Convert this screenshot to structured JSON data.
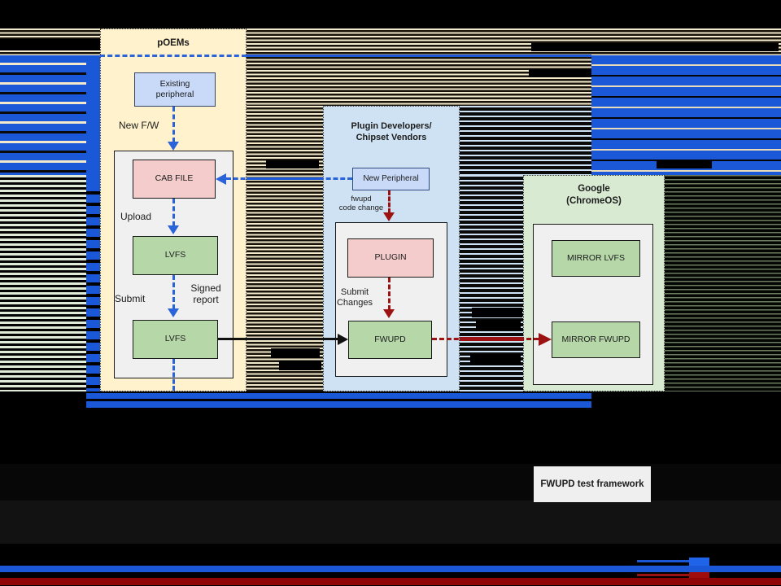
{
  "panels": {
    "poems": {
      "title": "pOEMs"
    },
    "vendors": {
      "title": "Plugin Developers/\nChipset Vendors"
    },
    "google": {
      "title": "Google\n(ChromeOS)"
    }
  },
  "nodes": {
    "existing_peripheral": "Existing\nperipheral",
    "cab_file": "CAB FILE",
    "lvfs_upper": "LVFS",
    "lvfs_lower": "LVFS",
    "new_peripheral": "New Peripheral",
    "plugin": "PLUGIN",
    "fwupd": "FWUPD",
    "mirror_lvfs": "MIRROR LVFS",
    "mirror_fwupd": "MIRROR FWUPD"
  },
  "labels": {
    "new_fw": "New F/W",
    "upload": "Upload",
    "submit": "Submit",
    "signed_report": "Signed\nreport",
    "fwupd_code_change": "fwupd\ncode change",
    "submit_changes": "Submit\nChanges"
  },
  "footer": {
    "test_framework": "FWUPD test framework"
  },
  "colors": {
    "panel_yellow": "#fff2cc",
    "panel_blue": "#cfe2f3",
    "panel_green": "#d9ead3",
    "node_pink": "#f4cccc",
    "node_green": "#b6d7a8",
    "node_lightblue": "#c9daf8",
    "subpanel_gray": "#f0f0f0",
    "accent_blue": "#1a58d8",
    "arrow_blue_dashed": "#2b64d9",
    "arrow_red": "#9c1212",
    "bottom_red_bar": "#8f0404",
    "background": "#000000"
  }
}
